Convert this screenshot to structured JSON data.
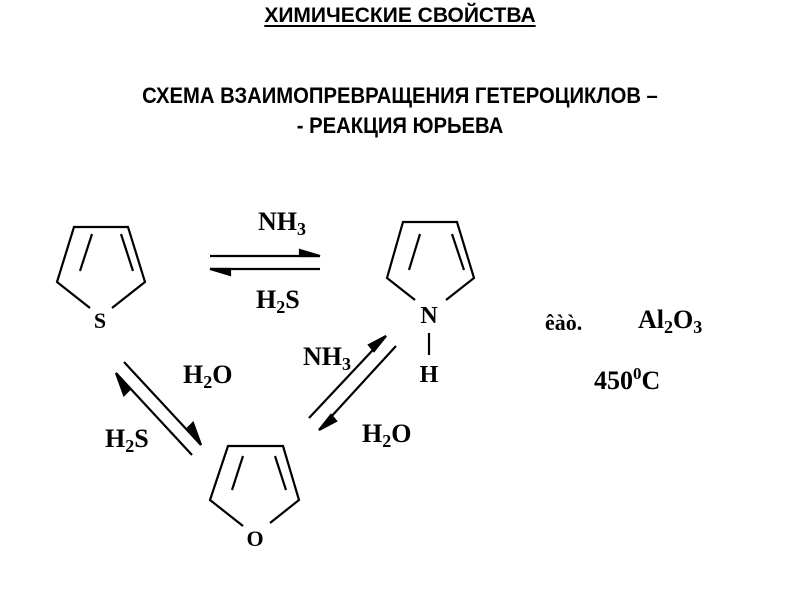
{
  "slide": {
    "title": "ХИМИЧЕСКИЕ СВОЙСТВА",
    "subtitle_line1": "СХЕМА ВЗАИМОПРЕВРАЩЕНИЯ ГЕТЕРОЦИКЛОВ –",
    "subtitle_line2": "- РЕАКЦИЯ ЮРЬЕВА"
  },
  "molecules": {
    "thiophene": {
      "heteroatom": "S"
    },
    "pyrrole": {
      "heteroatom": "N",
      "substituent": "H"
    },
    "furan": {
      "heteroatom": "O"
    }
  },
  "reagents": {
    "thiophene_to_pyrrole": {
      "main": "NH",
      "sub": "3"
    },
    "pyrrole_to_thiophene": {
      "main": "H",
      "sub": "2",
      "tail": "S"
    },
    "thiophene_to_furan": {
      "main": "H",
      "sub": "2",
      "tail": "O"
    },
    "furan_to_thiophene": {
      "main": "H",
      "sub": "2",
      "tail": "S"
    },
    "furan_to_pyrrole": {
      "main": "NH",
      "sub": "3"
    },
    "pyrrole_to_furan": {
      "main": "H",
      "sub": "2",
      "tail": "O"
    }
  },
  "conditions": {
    "catalyst_label": "êàò.",
    "catalyst_main": "Al",
    "catalyst_sub1": "2",
    "catalyst_mid": "O",
    "catalyst_sub2": "3",
    "temperature_value": "450",
    "temperature_sup": "0",
    "temperature_unit": "C"
  }
}
